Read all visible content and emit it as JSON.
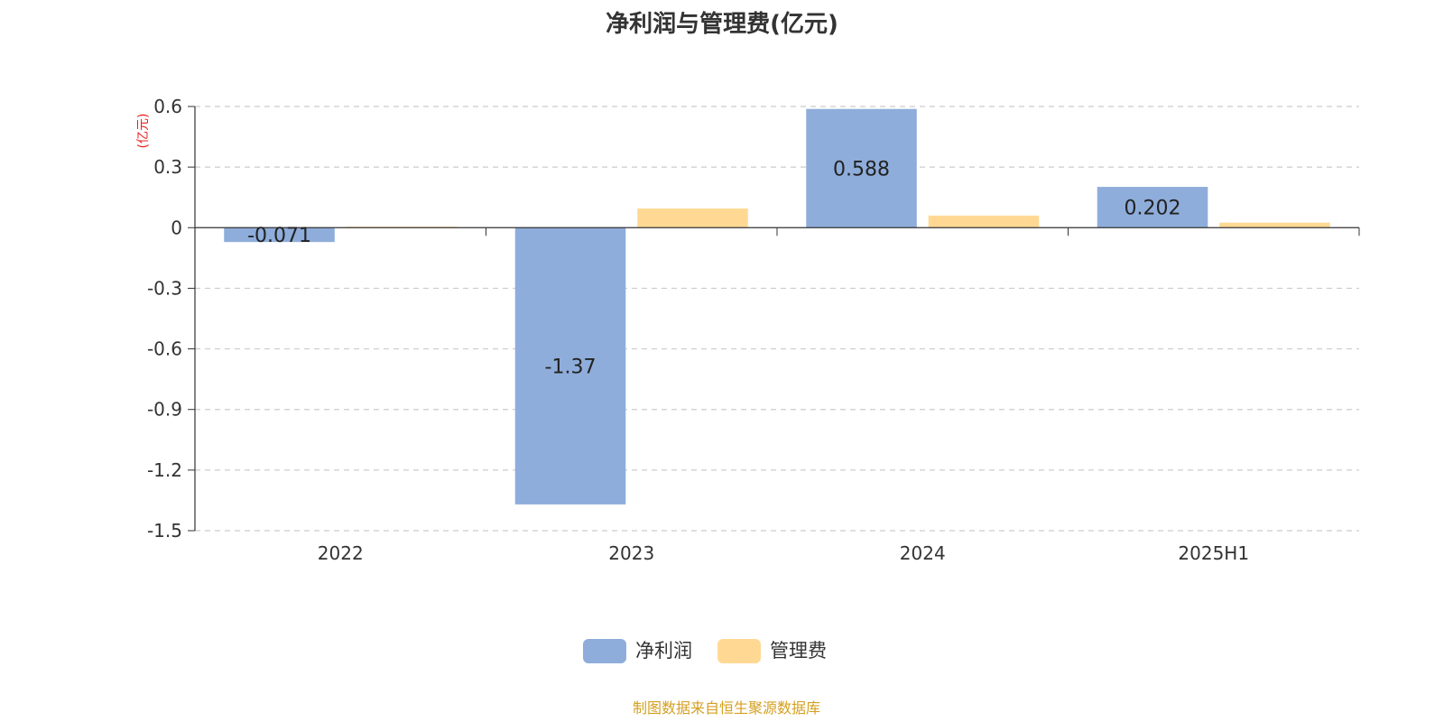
{
  "chart_data": {
    "type": "bar",
    "title": "净利润与管理费(亿元)",
    "unit_label": "(亿元)",
    "categories": [
      "2022",
      "2023",
      "2024",
      "2025H1"
    ],
    "series": [
      {
        "name": "净利润",
        "color": "#8EADDA",
        "values": [
          -0.071,
          -1.37,
          0.588,
          0.202
        ],
        "labels": [
          "-0.071",
          "-1.37",
          "0.588",
          "0.202"
        ]
      },
      {
        "name": "管理费",
        "color": "#FFD994",
        "values": [
          0.005,
          0.095,
          0.06,
          0.025
        ],
        "labels": []
      }
    ],
    "ylim": [
      -1.5,
      0.6
    ],
    "yticks": [
      "0.6",
      "0.3",
      "0",
      "-0.3",
      "-0.6",
      "-0.9",
      "-1.2",
      "-1.5"
    ],
    "ytick_values": [
      0.6,
      0.3,
      0,
      -0.3,
      -0.6,
      -0.9,
      -1.2,
      -1.5
    ],
    "grid": true,
    "legend_position": "bottom-center"
  },
  "footer": {
    "source": "制图数据来自恒生聚源数据库"
  },
  "colors": {
    "unit_label": "#E8201F",
    "source": "#D4A021",
    "axis": "#333333",
    "grid": "#CCCCCC"
  }
}
